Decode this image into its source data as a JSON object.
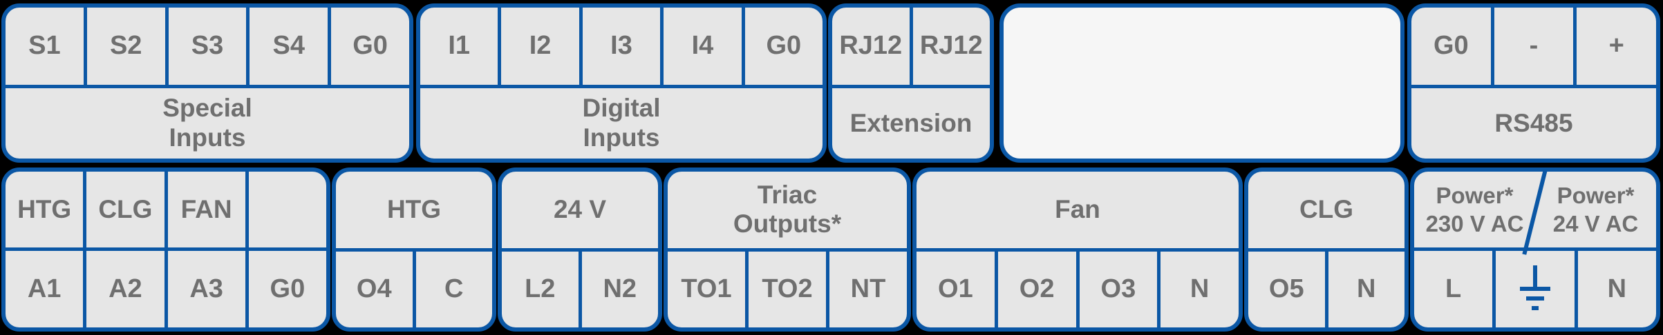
{
  "colors": {
    "background": "#000000",
    "cell_fill": "#e6e6e6",
    "blank_panel_fill": "#f6f6f6",
    "border_blue": "#0b57a5",
    "text_gray": "#6f6f6f"
  },
  "top_row": {
    "special_inputs": {
      "label": "Special\nInputs",
      "terminals": [
        "S1",
        "S2",
        "S3",
        "S4",
        "G0"
      ]
    },
    "digital_inputs": {
      "label": "Digital\nInputs",
      "terminals": [
        "I1",
        "I2",
        "I3",
        "I4",
        "G0"
      ]
    },
    "extension": {
      "label": "Extension",
      "terminals": [
        "RJ12",
        "RJ12"
      ]
    },
    "blank_panel": {},
    "rs485": {
      "label": "RS485",
      "terminals": [
        "G0",
        "-",
        "+"
      ]
    }
  },
  "bottom_row": {
    "analog_outputs": {
      "labels": [
        "HTG",
        "CLG",
        "FAN",
        ""
      ],
      "terminals": [
        "A1",
        "A2",
        "A3",
        "G0"
      ]
    },
    "htg": {
      "label": "HTG",
      "terminals": [
        "O4",
        "C"
      ]
    },
    "supply_24v": {
      "label": "24 V",
      "terminals": [
        "L2",
        "N2"
      ]
    },
    "triac_outputs": {
      "label": "Triac\nOutputs*",
      "terminals": [
        "TO1",
        "TO2",
        "NT"
      ]
    },
    "fan": {
      "label": "Fan",
      "terminals": [
        "O1",
        "O2",
        "O3",
        "N"
      ]
    },
    "clg": {
      "label": "CLG",
      "terminals": [
        "O5",
        "N"
      ]
    },
    "power": {
      "label_left": "Power*\n230 V AC",
      "label_right": "Power*\n24 V AC",
      "terminal_left": "L",
      "terminal_middle_icon": "earth-ground",
      "terminal_right": "N"
    }
  }
}
